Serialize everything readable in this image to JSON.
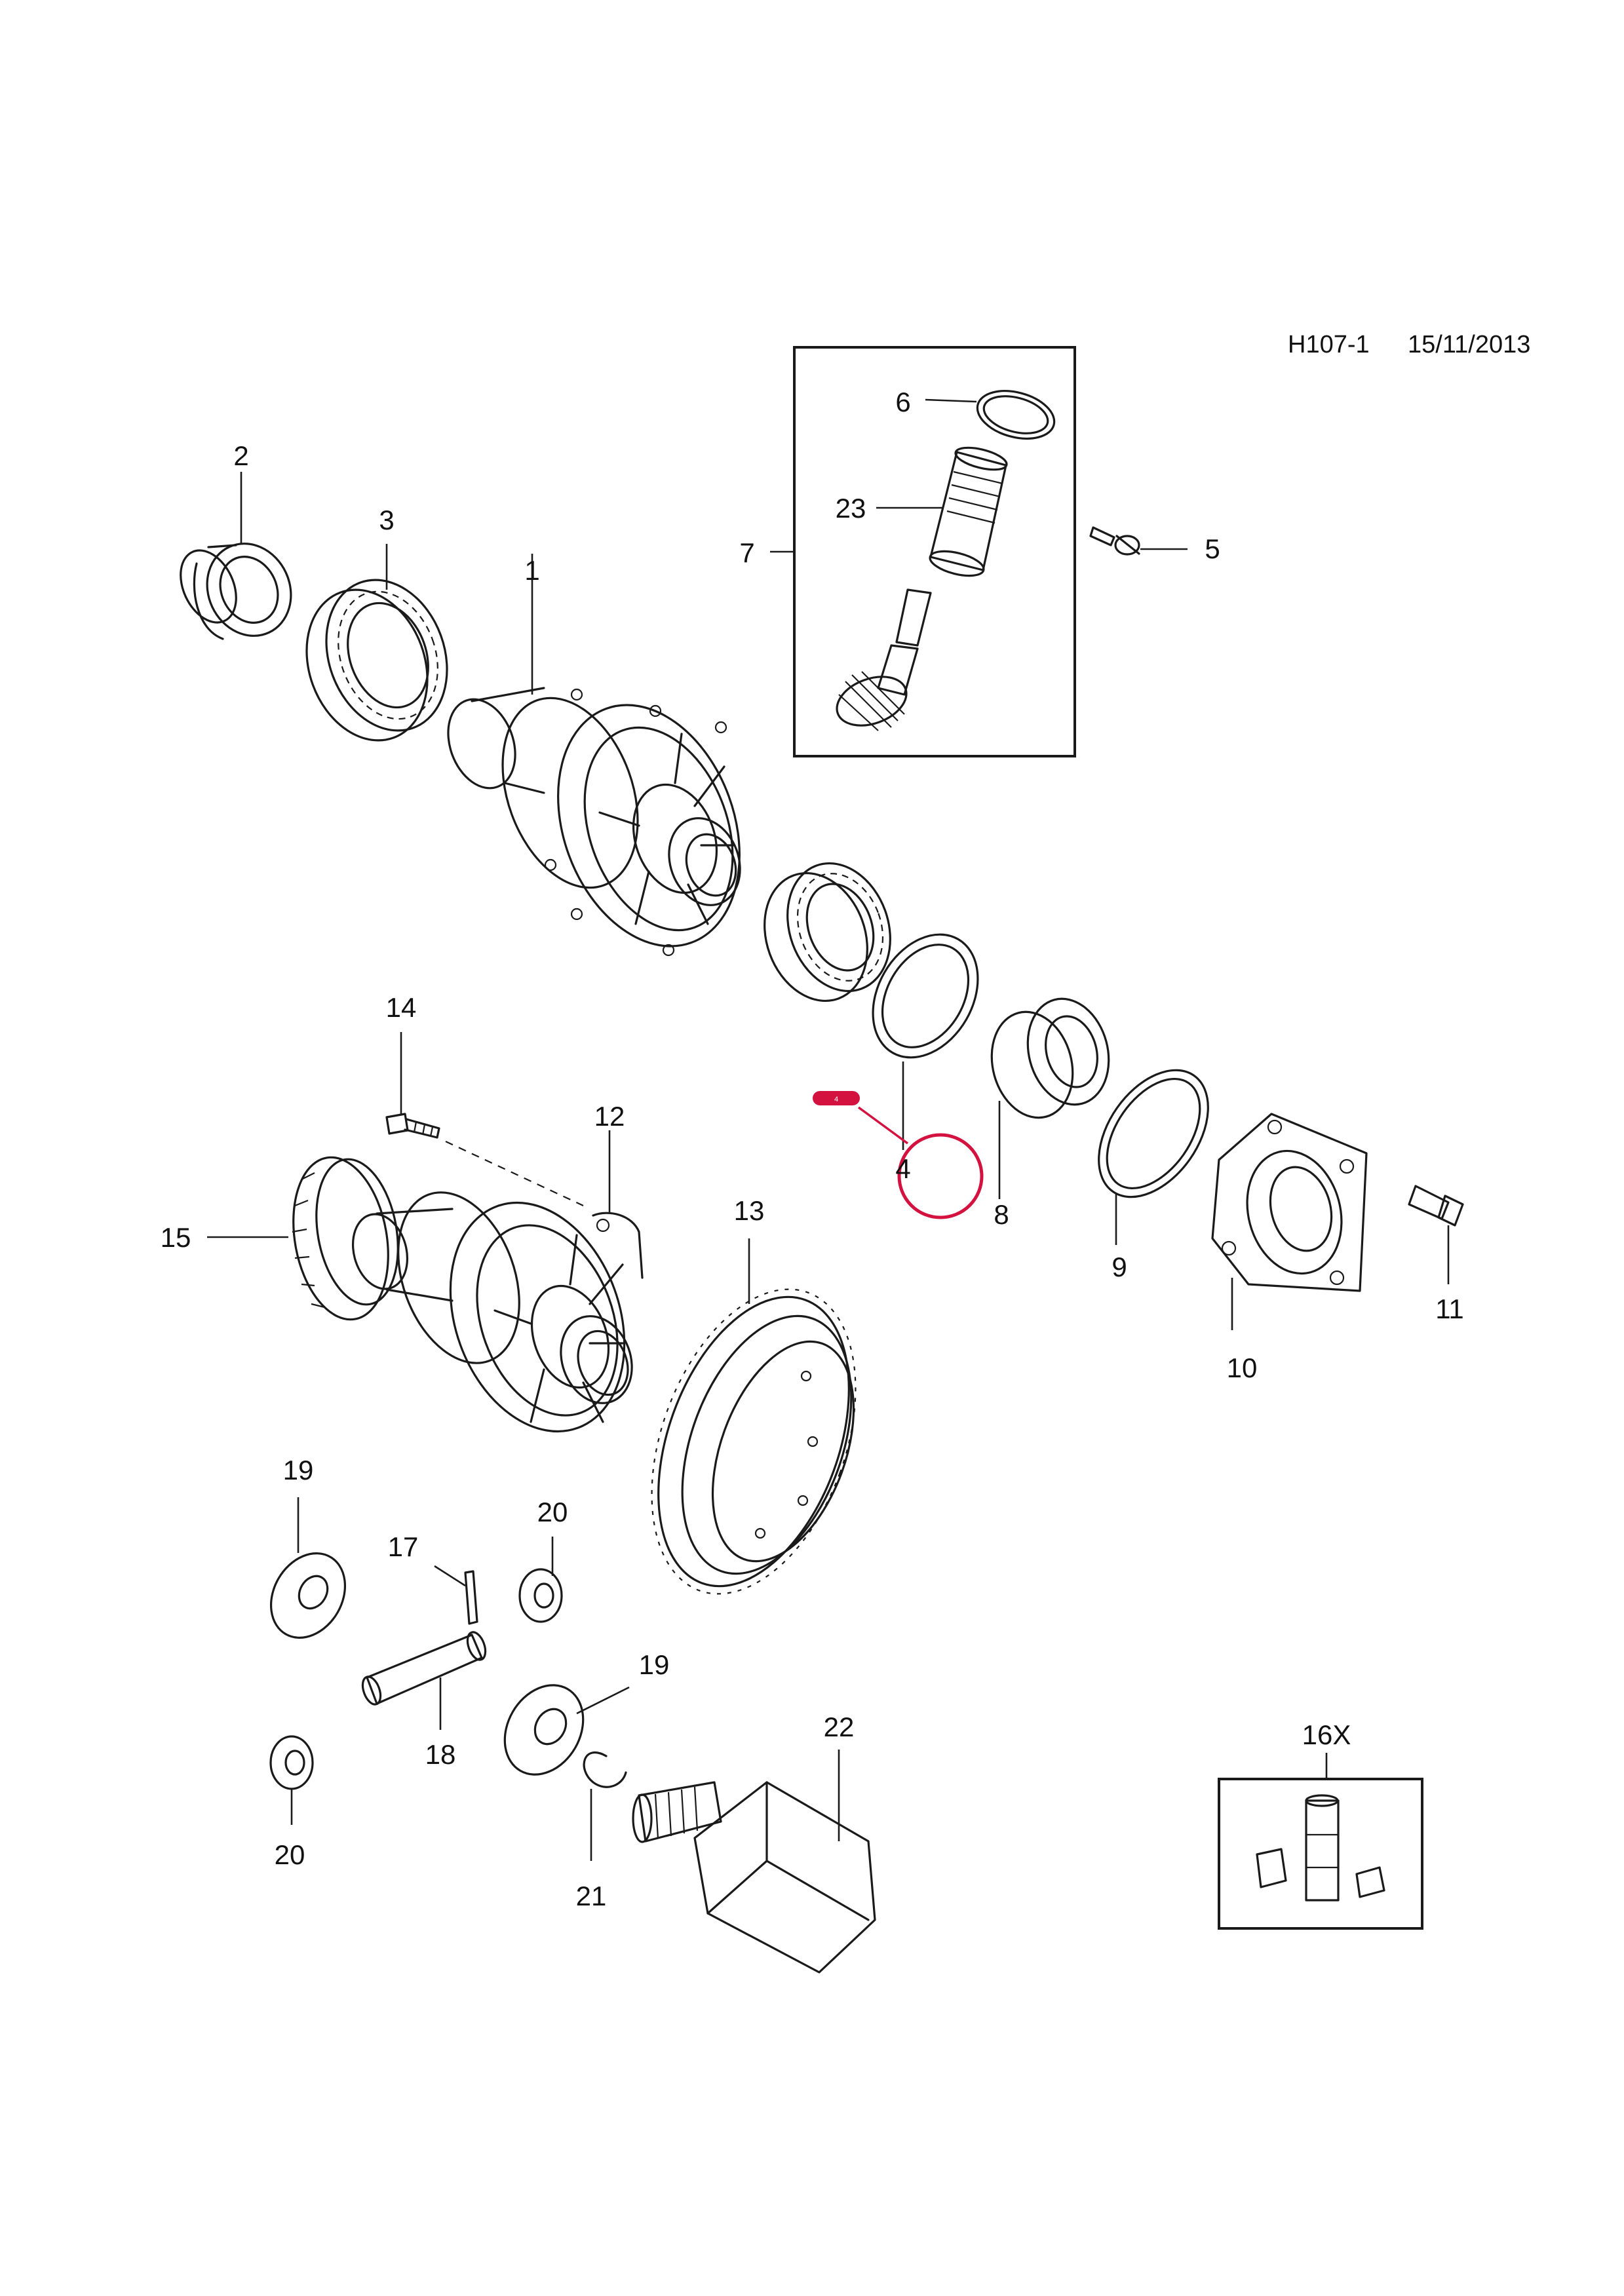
{
  "header": {
    "code": "H107-1",
    "date": "15/11/2013"
  },
  "labels": {
    "l1": "1",
    "l2": "2",
    "l3": "3",
    "l4": "4",
    "l5": "5",
    "l6": "6",
    "l7": "7",
    "l8": "8",
    "l9": "9",
    "l10": "10",
    "l11": "11",
    "l12": "12",
    "l13": "13",
    "l14": "14",
    "l15": "15",
    "l16": "16X",
    "l17": "17",
    "l18": "18",
    "l19a": "19",
    "l19b": "19",
    "l20a": "20",
    "l20b": "20",
    "l21": "21",
    "l22": "22",
    "l23": "23"
  },
  "highlight": {
    "tag": "4",
    "color": "#d3123f"
  }
}
